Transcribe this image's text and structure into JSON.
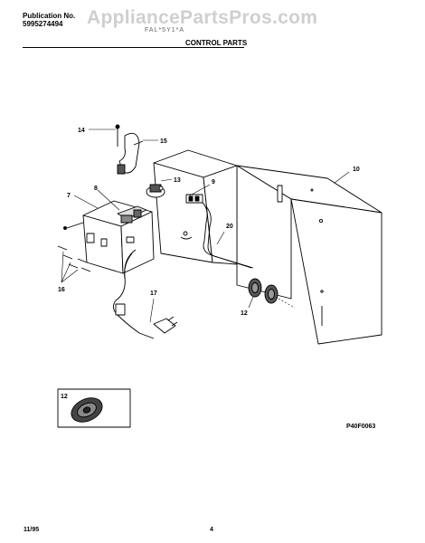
{
  "header": {
    "publication_label": "Publication No.",
    "publication_number": "5995274494",
    "watermark": "AppliancePartsPros.com",
    "model": "FAL*5Y1*A",
    "section_title": "CONTROL PARTS"
  },
  "callouts": {
    "c7": "7",
    "c8": "8",
    "c9": "9",
    "c10": "10",
    "c12": "12",
    "c13": "13",
    "c14": "14",
    "c15": "15",
    "c16": "16",
    "c17": "17",
    "c20": "20",
    "inset": "12"
  },
  "footer": {
    "diagram_code": "P40F0063",
    "date": "11/95",
    "page": "4"
  }
}
